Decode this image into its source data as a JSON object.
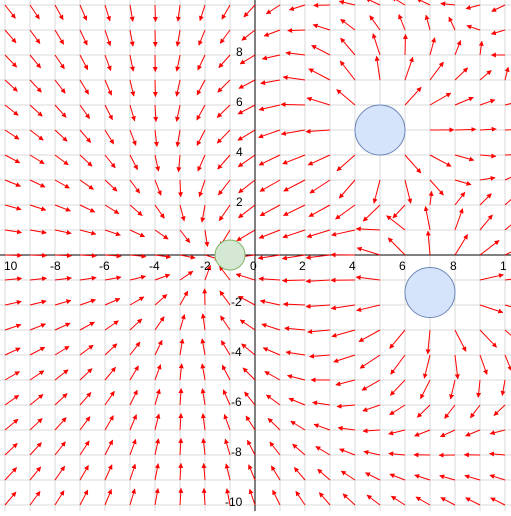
{
  "diagram": {
    "x_range": [
      -10,
      10
    ],
    "y_range": [
      -10,
      10
    ],
    "x_tick_labels": [
      "10",
      "-8",
      "-6",
      "-4",
      "-2",
      "0",
      "2",
      "4",
      "6",
      "8",
      "1"
    ],
    "y_tick_labels": [
      "8",
      "6",
      "4",
      "2",
      "-2",
      "-4",
      "-6",
      "-8",
      "-10"
    ],
    "grid": true,
    "arrow_spacing": 1,
    "colors": {
      "grid": "#d9d9d9",
      "axis": "#000000",
      "arrow": "#ff0000",
      "source_fill": "#d6e4fb",
      "source_stroke": "#6b87b8",
      "probe_fill": "#d5e8d4",
      "probe_stroke": "#82b366"
    },
    "charges": [
      {
        "x": 5,
        "y": 5,
        "radius": 1,
        "kind": "source"
      },
      {
        "x": 7,
        "y": -1.5,
        "radius": 1,
        "kind": "source"
      },
      {
        "x": -1,
        "y": 0,
        "radius": 0.6,
        "kind": "probe"
      }
    ]
  }
}
